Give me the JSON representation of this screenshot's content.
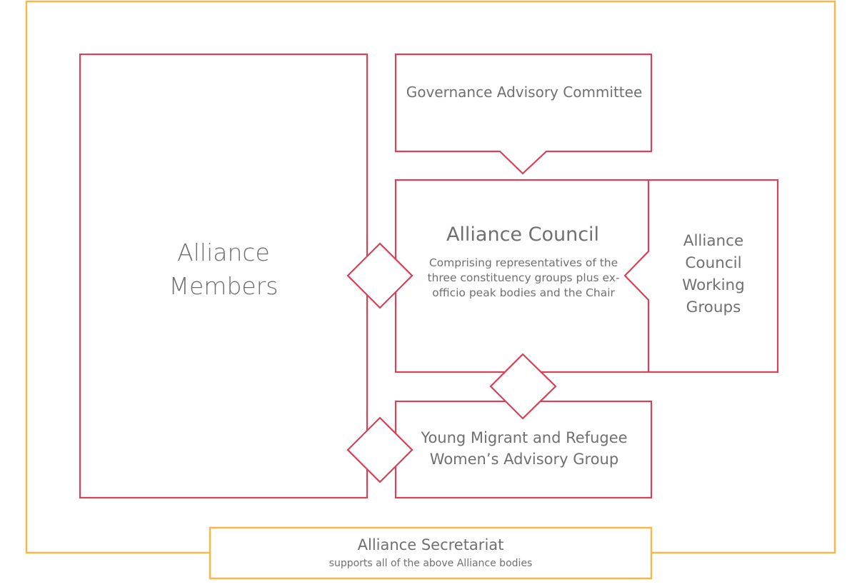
{
  "colors": {
    "outer_border": "#f5b94a",
    "box_border": "#d94157",
    "text": "#707070",
    "background": "#ffffff"
  },
  "nodes": {
    "alliance_members": {
      "lines": [
        "Alliance",
        "Members"
      ]
    },
    "governance_advisory_committee": {
      "label": "Governance Advisory Committee"
    },
    "alliance_council": {
      "title": "Alliance Council",
      "description": "Comprising representatives of the three constituency groups plus ex-officio peak bodies and the Chair"
    },
    "alliance_council_working_groups": {
      "lines": [
        "Alliance",
        "Council",
        "Working",
        "Groups"
      ]
    },
    "young_women_advisory_group": {
      "label": "Young Migrant and Refugee Women’s Advisory Group"
    },
    "alliance_secretariat": {
      "title": "Alliance Secretariat",
      "subtitle": "supports all of the above Alliance bodies"
    }
  }
}
